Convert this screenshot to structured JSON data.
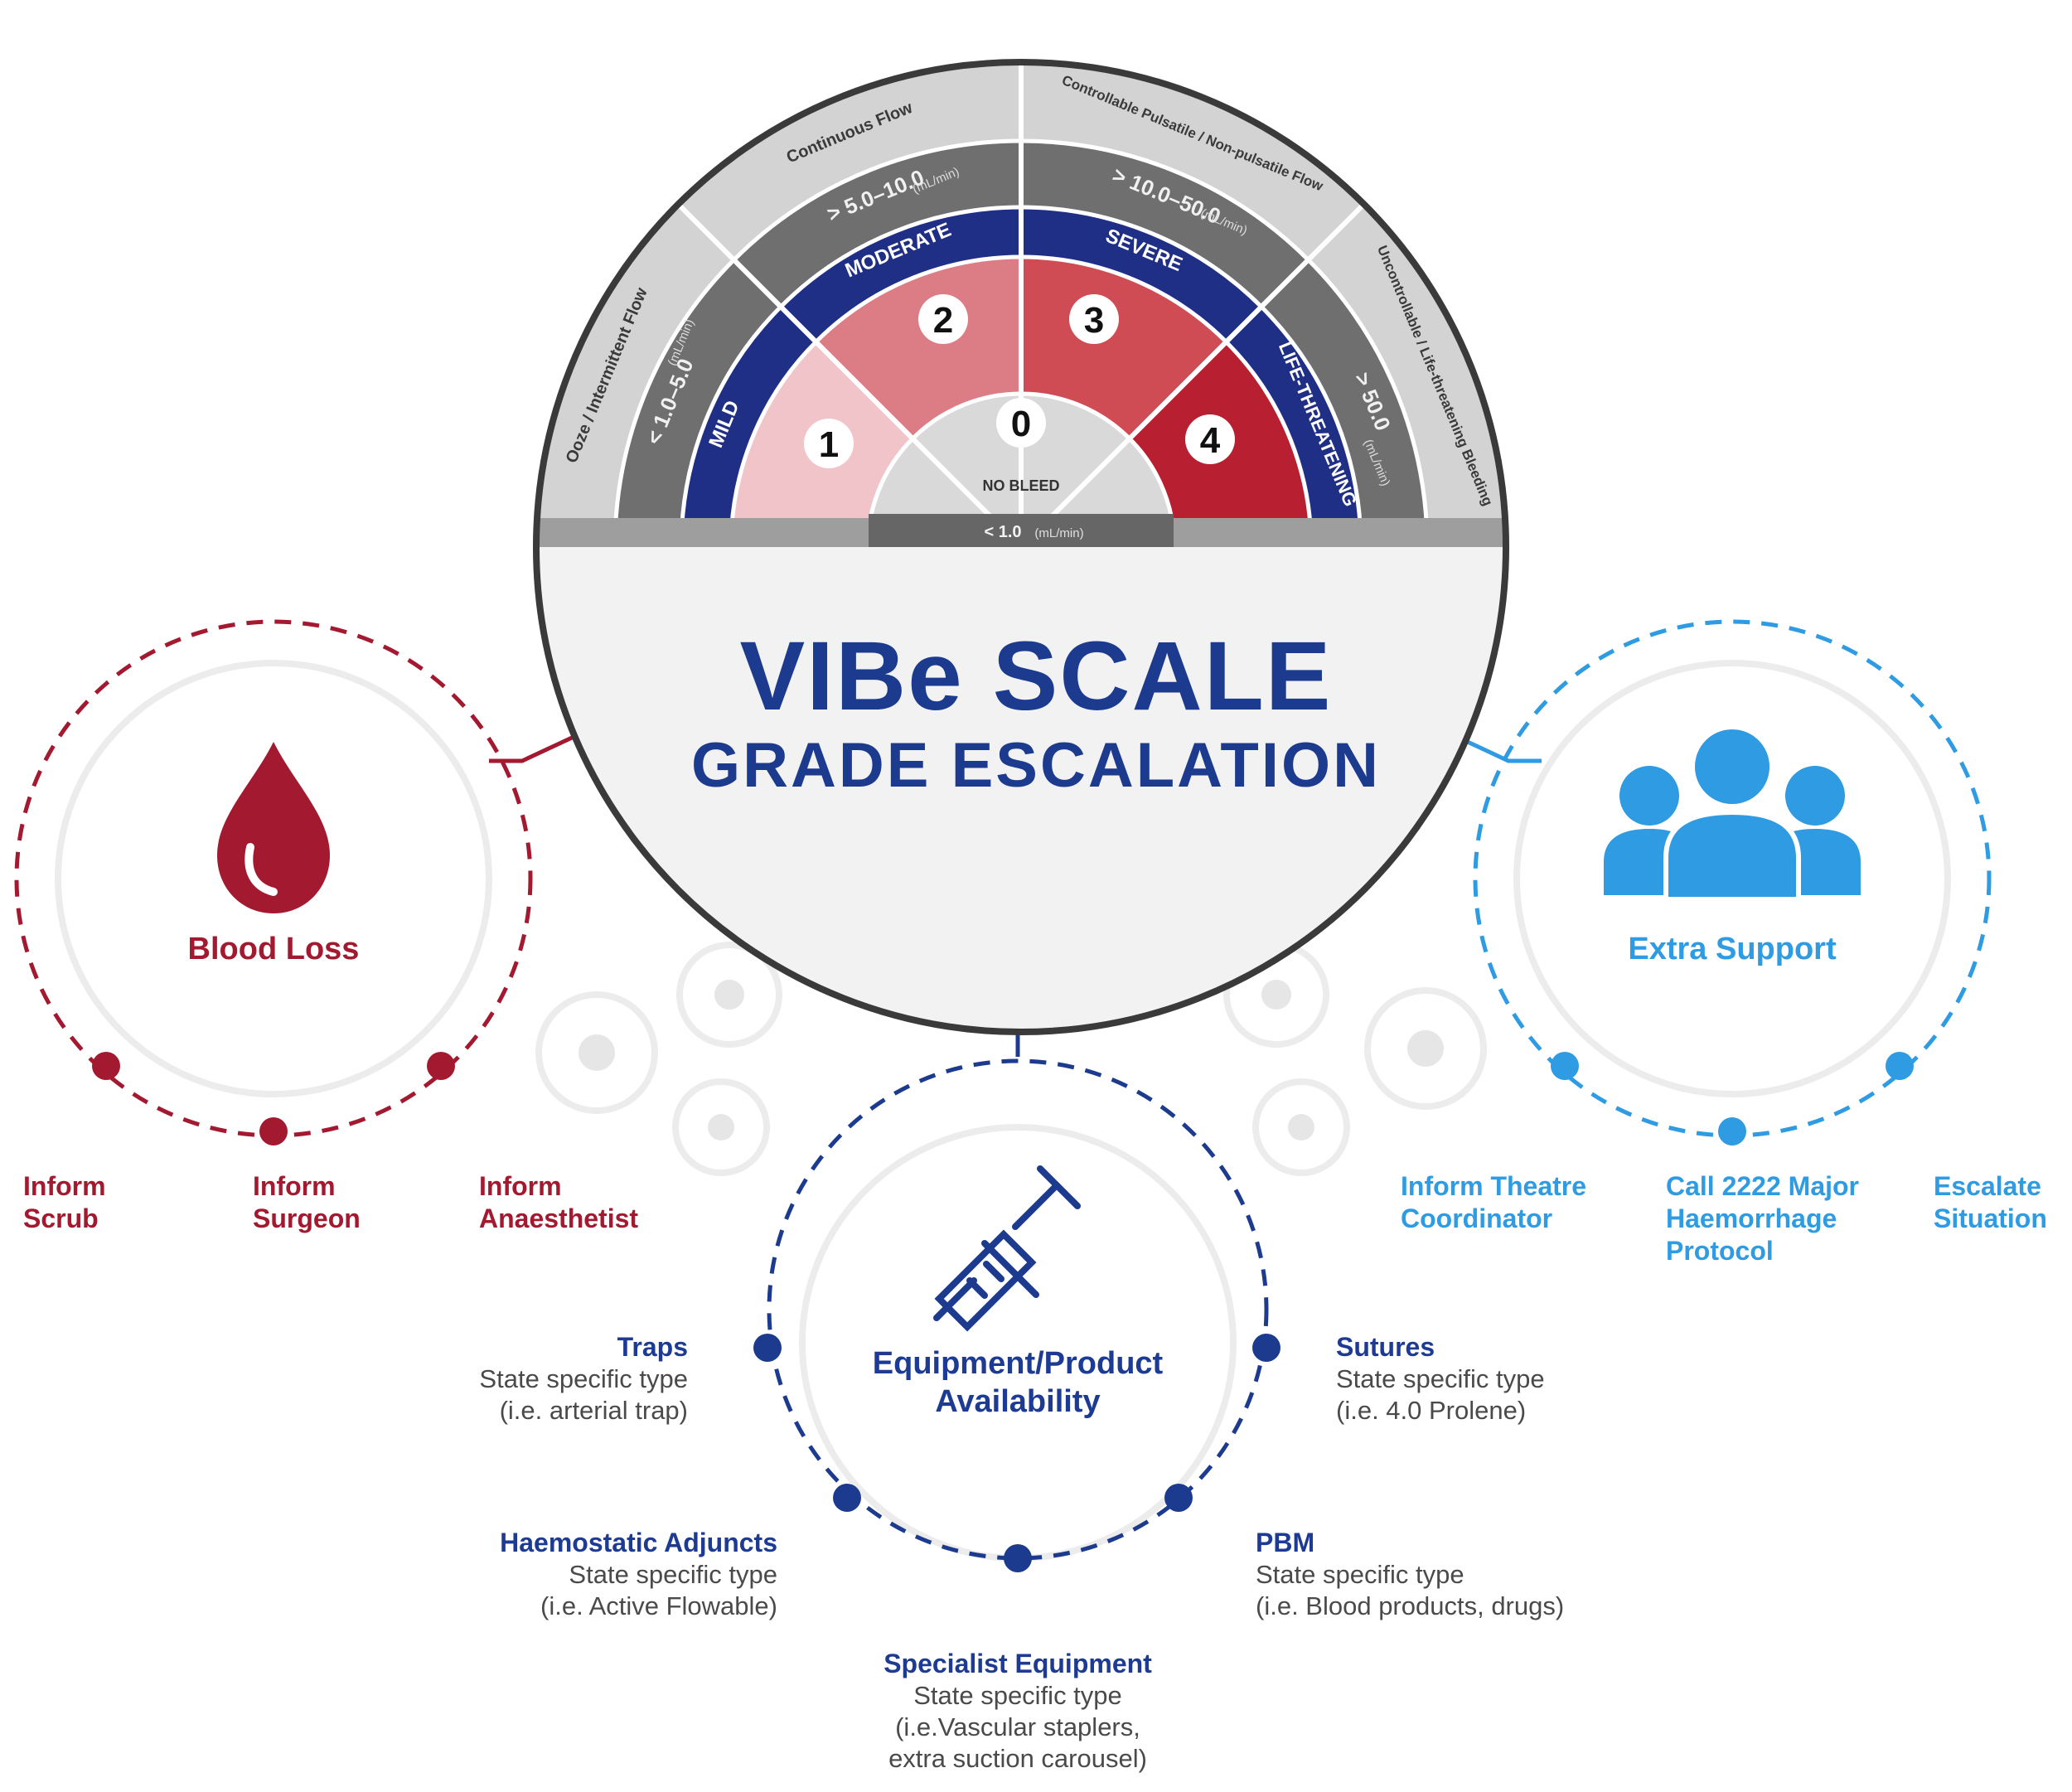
{
  "title": {
    "line1": "VIBe SCALE",
    "line2": "GRADE ESCALATION"
  },
  "scale": {
    "grades": [
      {
        "number": "0",
        "label": "NO BLEED",
        "rate": "< 1.0",
        "unit": "(mL/min)"
      },
      {
        "number": "1",
        "severity": "MILD",
        "rate": "< 1.0–5.0",
        "unit": "(mL/min)",
        "description": "Ooze / Intermittent Flow"
      },
      {
        "number": "2",
        "severity": "MODERATE",
        "rate": "> 5.0–10.0",
        "unit": "(mL/min)",
        "description": "Continuous Flow"
      },
      {
        "number": "3",
        "severity": "SEVERE",
        "rate": "> 10.0–50.0",
        "unit": "(mL/min)",
        "description": "Controllable Pulsatile / Non-pulsatile Flow"
      },
      {
        "number": "4",
        "severity": "LIFE-THREATENING",
        "rate": "> 50.0",
        "unit": "(mL/min)",
        "description": "Uncontrollable / Life-threatening Bleeding"
      }
    ]
  },
  "blood_loss": {
    "title": "Blood Loss",
    "actions": [
      {
        "line1": "Inform",
        "line2": "Scrub"
      },
      {
        "line1": "Inform",
        "line2": "Surgeon"
      },
      {
        "line1": "Inform",
        "line2": "Anaesthetist"
      }
    ]
  },
  "extra_support": {
    "title": "Extra Support",
    "actions": [
      {
        "lines": [
          "Inform Theatre",
          "Coordinator"
        ]
      },
      {
        "lines": [
          "Call 2222 Major",
          "Haemorrhage",
          "Protocol"
        ]
      },
      {
        "lines": [
          "Escalate",
          "Situation"
        ]
      }
    ]
  },
  "equipment": {
    "title_line1": "Equipment/Product",
    "title_line2": "Availability",
    "items": [
      {
        "name": "Traps",
        "line1": "State specific type",
        "line2": "(i.e. arterial trap)"
      },
      {
        "name": "Sutures",
        "line1": "State specific type",
        "line2": "(i.e. 4.0 Prolene)"
      },
      {
        "name": "Haemostatic Adjuncts",
        "line1": "State specific type",
        "line2": "(i.e. Active Flowable)"
      },
      {
        "name": "PBM",
        "line1": "State specific type",
        "line2": "(i.e. Blood products, drugs)"
      },
      {
        "name": "Specialist Equipment",
        "line1": "State specific type",
        "line2": "(i.e.Vascular staplers,",
        "line3": "extra suction carousel)"
      }
    ]
  },
  "colors": {
    "red": "#a3192f",
    "navy": "#1d3b8e",
    "sky": "#2e9be2",
    "grey_dark": "#6e6e6e",
    "grey_light": "#d6d6d6"
  }
}
